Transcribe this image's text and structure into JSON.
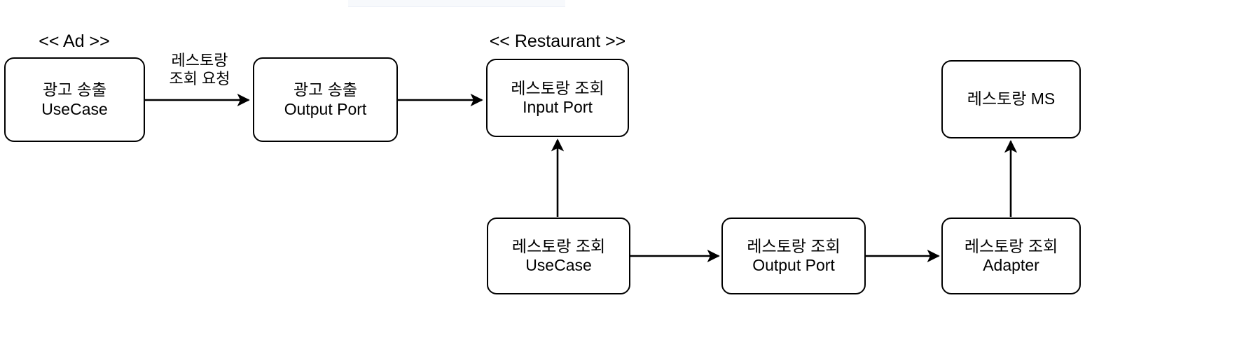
{
  "diagram": {
    "type": "hexagonal-architecture-flow",
    "background": "#ffffff",
    "stroke": "#000000",
    "groups": [
      {
        "id": "ad",
        "label": "<< Ad >>"
      },
      {
        "id": "restaurant",
        "label": "<< Restaurant >>"
      }
    ],
    "nodes": [
      {
        "id": "ad-usecase",
        "line1": "광고 송출",
        "line2": "UseCase"
      },
      {
        "id": "ad-output-port",
        "line1": "광고 송출",
        "line2": "Output Port"
      },
      {
        "id": "rest-input-port",
        "line1": "레스토랑 조회",
        "line2": "Input Port"
      },
      {
        "id": "rest-ms",
        "line1": "레스토랑 MS",
        "line2": ""
      },
      {
        "id": "rest-usecase",
        "line1": "레스토랑 조회",
        "line2": "UseCase"
      },
      {
        "id": "rest-output-port",
        "line1": "레스토랑 조회",
        "line2": "Output Port"
      },
      {
        "id": "rest-adapter",
        "line1": "레스토랑 조회",
        "line2": "Adapter"
      }
    ],
    "edges": [
      {
        "id": "e1",
        "from": "ad-usecase",
        "to": "ad-output-port",
        "label_line1": "레스토랑",
        "label_line2": "조회 요청"
      },
      {
        "id": "e2",
        "from": "ad-output-port",
        "to": "rest-input-port",
        "label_line1": "",
        "label_line2": ""
      },
      {
        "id": "e3",
        "from": "rest-usecase",
        "to": "rest-input-port",
        "label_line1": "",
        "label_line2": ""
      },
      {
        "id": "e4",
        "from": "rest-usecase",
        "to": "rest-output-port",
        "label_line1": "",
        "label_line2": ""
      },
      {
        "id": "e5",
        "from": "rest-output-port",
        "to": "rest-adapter",
        "label_line1": "",
        "label_line2": ""
      },
      {
        "id": "e6",
        "from": "rest-adapter",
        "to": "rest-ms",
        "label_line1": "",
        "label_line2": ""
      }
    ]
  }
}
